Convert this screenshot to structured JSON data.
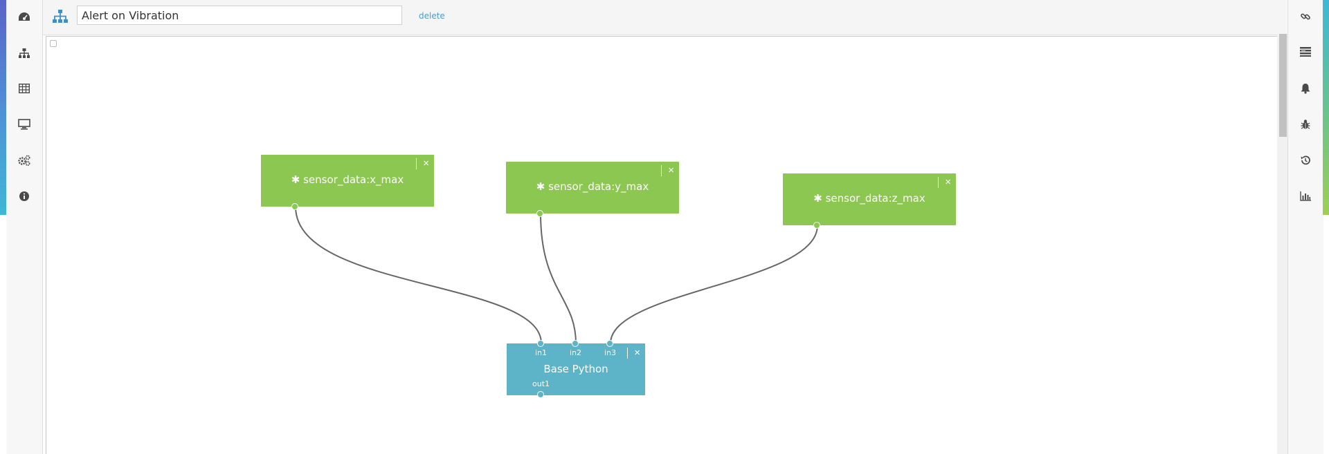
{
  "header": {
    "flow_icon": "sitemap-icon",
    "title_value": "Alert on Vibration",
    "delete_label": "delete"
  },
  "left_sidebar": {
    "items": [
      {
        "icon": "dashboard-icon"
      },
      {
        "icon": "sitemap-icon"
      },
      {
        "icon": "table-icon"
      },
      {
        "icon": "monitor-icon"
      },
      {
        "icon": "cogs-icon"
      },
      {
        "icon": "info-icon"
      }
    ]
  },
  "right_sidebar": {
    "items": [
      {
        "icon": "link-icon"
      },
      {
        "icon": "list-icon"
      },
      {
        "icon": "bell-icon"
      },
      {
        "icon": "bug-icon"
      },
      {
        "icon": "history-icon"
      },
      {
        "icon": "bar-chart-icon"
      }
    ]
  },
  "nodes": {
    "x_max": {
      "label": "sensor_data:x_max",
      "close": "×"
    },
    "y_max": {
      "label": "sensor_data:y_max",
      "close": "×"
    },
    "z_max": {
      "label": "sensor_data:z_max",
      "close": "×"
    },
    "python": {
      "label": "Base Python",
      "close": "×",
      "inputs": [
        "in1",
        "in2",
        "in3"
      ],
      "outputs": [
        "out1"
      ]
    }
  },
  "colors": {
    "sensor_node": "#8cc751",
    "python_node": "#5db4c8",
    "link": "#4b9bd1",
    "wire": "#666666"
  }
}
